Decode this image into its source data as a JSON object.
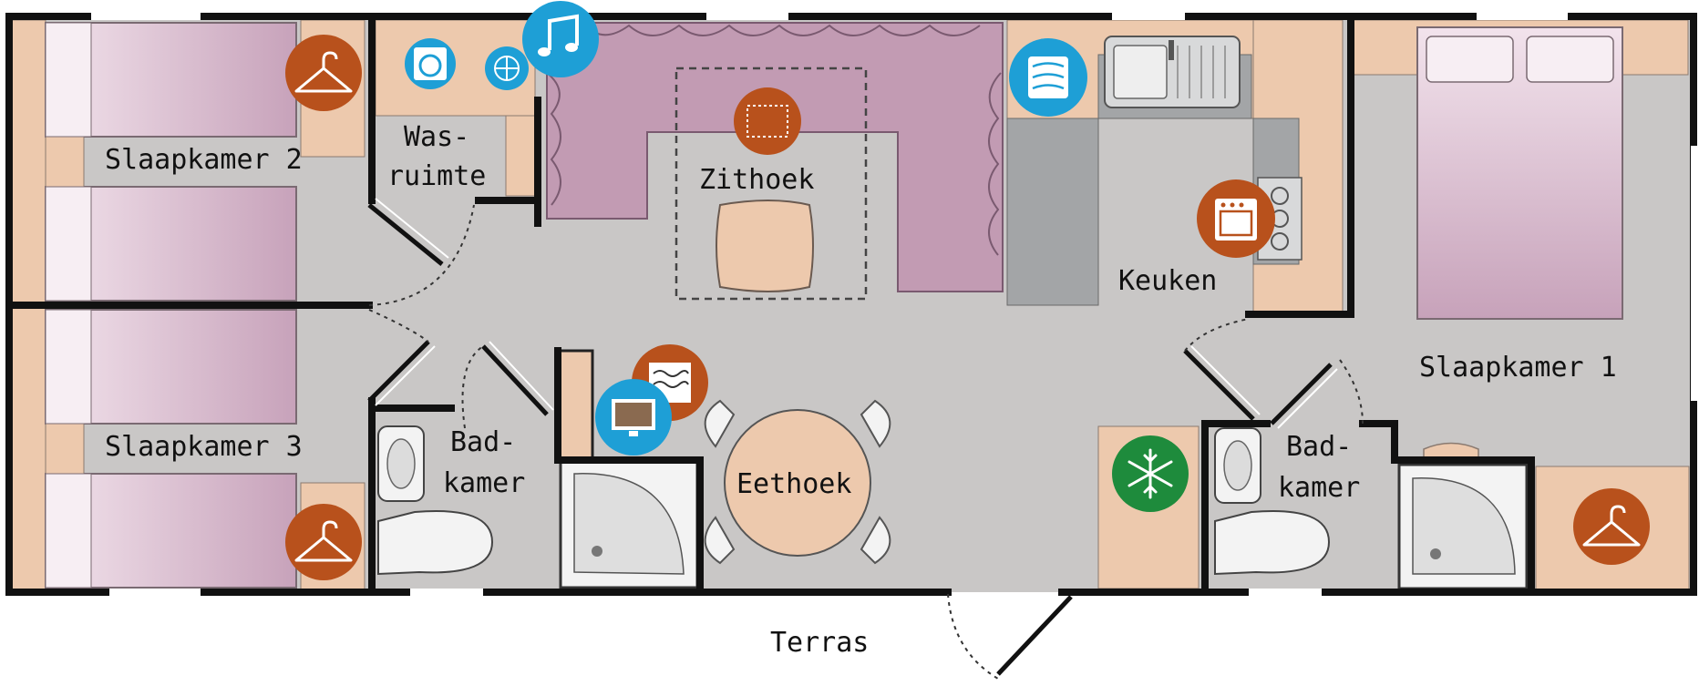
{
  "rooms": {
    "slaapkamer2": "Slaapkamer 2",
    "wasruimte_1": "Was-",
    "wasruimte_2": "ruimte",
    "zithoek": "Zithoek",
    "keuken": "Keuken",
    "slaapkamer1": "Slaapkamer 1",
    "slaapkamer3": "Slaapkamer 3",
    "badkamer_left_1": "Bad-",
    "badkamer_left_2": "kamer",
    "eethoek": "Eethoek",
    "badkamer_right_1": "Bad-",
    "badkamer_right_2": "kamer",
    "terras": "Terras"
  },
  "icons": {
    "wardrobe": "hanger-icon",
    "washing_machine": "washing-machine-icon",
    "dryer": "dryer-icon",
    "music": "music-note-icon",
    "rug": "rug-icon",
    "heating": "heater-icon",
    "sink": "kitchen-sink",
    "oven": "oven-icon",
    "heater_board": "radiator-icon",
    "tv": "tv-icon",
    "freezer": "snowflake-icon"
  },
  "colors": {
    "wall": "#111111",
    "floor": "#c9c7c6",
    "bed": "#c4a0b8",
    "bed_light": "#e8d4e0",
    "furniture": "#edc9ad",
    "sofa": "#c29bb3",
    "icon_brown": "#b8511c",
    "icon_blue": "#1e9fd6",
    "icon_green": "#1e8b3c"
  }
}
